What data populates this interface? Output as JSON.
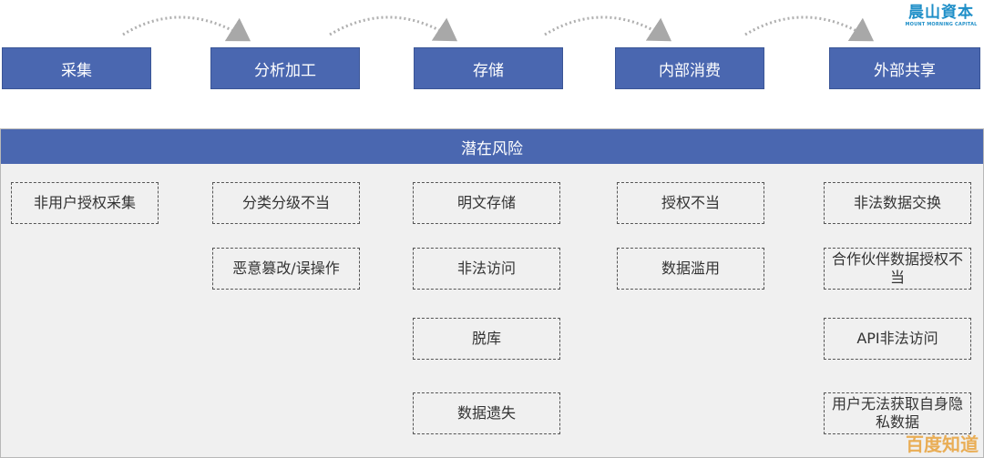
{
  "logo": {
    "chinese": "晨山資本",
    "english": "MOUNT MORNING CAPITAL"
  },
  "stages": [
    "采集",
    "分析加工",
    "存储",
    "内部消费",
    "外部共享"
  ],
  "risk_section": {
    "title": "潜在风险",
    "columns": [
      [
        "非用户授权采集"
      ],
      [
        "分类分级不当",
        "恶意篡改/误操作"
      ],
      [
        "明文存储",
        "非法访问",
        "脱库",
        "数据遗失"
      ],
      [
        "授权不当",
        "数据滥用"
      ],
      [
        "非法数据交换",
        "合作伙伴数据授权不当",
        "API非法访问",
        "用户无法获取自身隐私数据"
      ]
    ]
  },
  "watermark": "百度知道",
  "colors": {
    "stage_fill": "#4a67b0",
    "panel_bg": "#f0f0f0",
    "arrow": "#b0b0b0",
    "logo": "#1f8fc8"
  }
}
